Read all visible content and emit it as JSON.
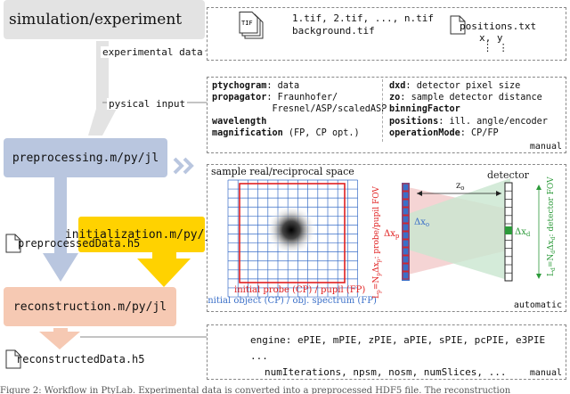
{
  "stages": {
    "simulation": "simulation/experiment",
    "preprocessing": "preprocessing.m/py/jl",
    "initialization": "initialization.m/py/jl",
    "reconstruction": "reconstruction.m/py/jl"
  },
  "files": {
    "tif_icon": "TIF",
    "tif_line1": "1.tif, 2.tif, ..., n.tif",
    "tif_line2": "background.tif",
    "positions_name": "positions.txt",
    "positions_cols": "x, y",
    "positions_dots": "⋮   ⋮",
    "preprocessed": "preprocessedData.h5",
    "reconstructed": "reconstructedData.h5"
  },
  "labels": {
    "experimental_data": "experimental data",
    "physical_input": "pysical input",
    "manual1": "manual",
    "automatic": "automatic",
    "manual2": "manual"
  },
  "physical_input_left": [
    {
      "key": "ptychogram",
      "sep": ": ",
      "value": "data"
    },
    {
      "key": "propagator",
      "sep": ": ",
      "value": "Fraunhofer/"
    },
    {
      "key": "",
      "sep": "",
      "value": "           Fresnel/ASP/scaledASP"
    },
    {
      "key": "wavelength",
      "sep": "",
      "value": ""
    },
    {
      "key": "magnification",
      "sep": " ",
      "value": "(FP, CP opt.)"
    }
  ],
  "physical_input_right": [
    {
      "key": "dxd",
      "sep": ": ",
      "value": "detector pixel size"
    },
    {
      "key": "zo",
      "sep": ": ",
      "value": "sample detector distance"
    },
    {
      "key": "binningFactor",
      "sep": "",
      "value": ""
    },
    {
      "key": "positions",
      "sep": ": ",
      "value": "ill. angle/encoder"
    },
    {
      "key": "operationMode",
      "sep": ": ",
      "value": "CP/FP"
    }
  ],
  "sample_panel": {
    "title": "sample real/reciprocal space",
    "probe_label": "initial probe (CP) / pupil (FP)",
    "object_label": "initial object (CP) / obj. spectrum (FP)",
    "fov_label": "Lp=NpΔxp: probe/pupil FOV",
    "dxp": "Δxp",
    "dxo": "Δxo",
    "zo": "zo",
    "detector": "detector",
    "dxd": "Δxd",
    "det_fov": "Ld=NdΔxd: detector FOV"
  },
  "engines": {
    "line1": "engine: ePIE, mPIE, zPIE, aPIE, sPIE, pcPIE, e3PIE ...",
    "line2": "numIterations, npsm, nosm, numSlices, ..."
  },
  "caption": "Figure 2: Workflow in PtyLab. Experimental data is converted into a preprocessed HDF5 file. The reconstruction"
}
